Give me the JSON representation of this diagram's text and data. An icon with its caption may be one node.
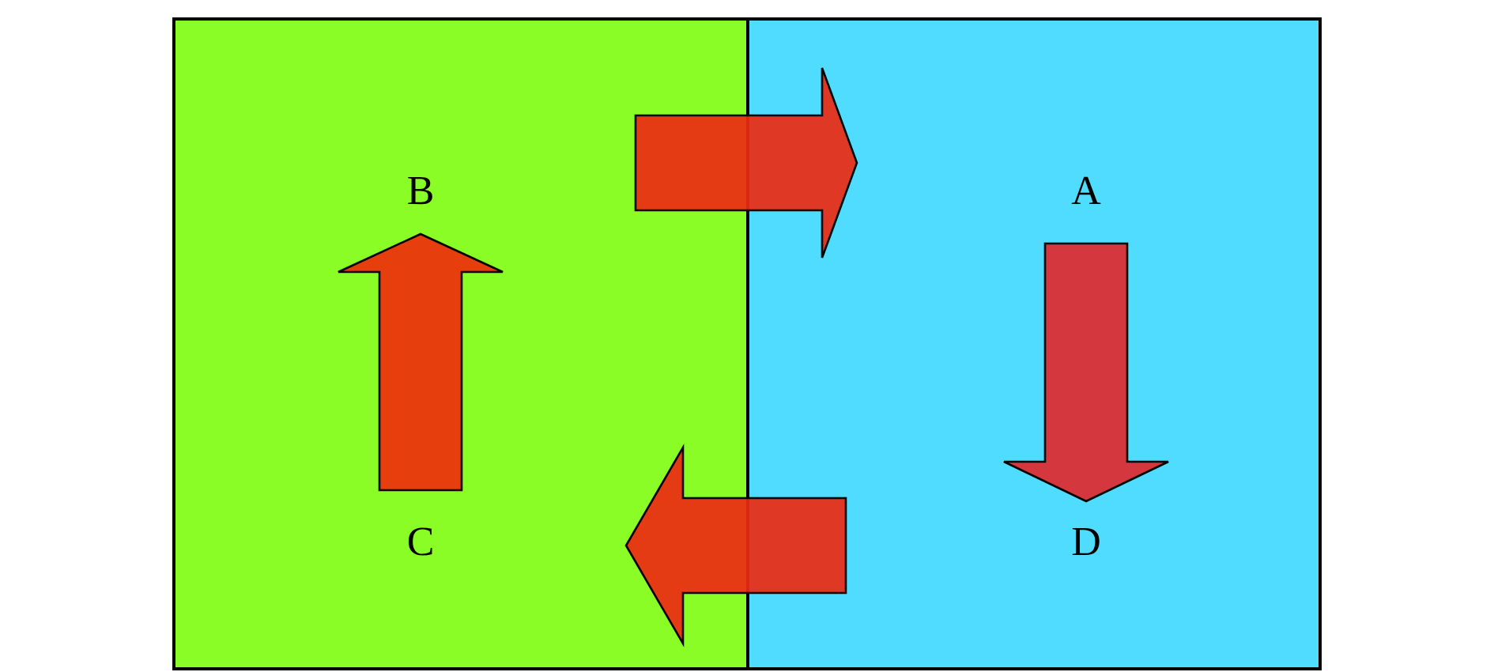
{
  "diagram": {
    "nodes": [
      {
        "text": [],
        "shape": "box"
      },
      {
        "text": [
          "B"
        ],
        "in": 0
      },
      {
        "text": [
          "C"
        ],
        "in": 0
      },
      {
        "text": [],
        "shape": "box"
      },
      {
        "text": [
          "A"
        ],
        "in": 3
      },
      {
        "text": [
          "D"
        ],
        "in": 3
      }
    ],
    "edges": [
      {
        "from": 0,
        "to": 3,
        "arrow": "to"
      },
      {
        "from": 4,
        "to": 5,
        "arrow": "to"
      },
      {
        "from": 3,
        "to": 0,
        "arrow": "to"
      },
      {
        "from": 2,
        "to": 1,
        "arrow": "to"
      }
    ]
  }
}
